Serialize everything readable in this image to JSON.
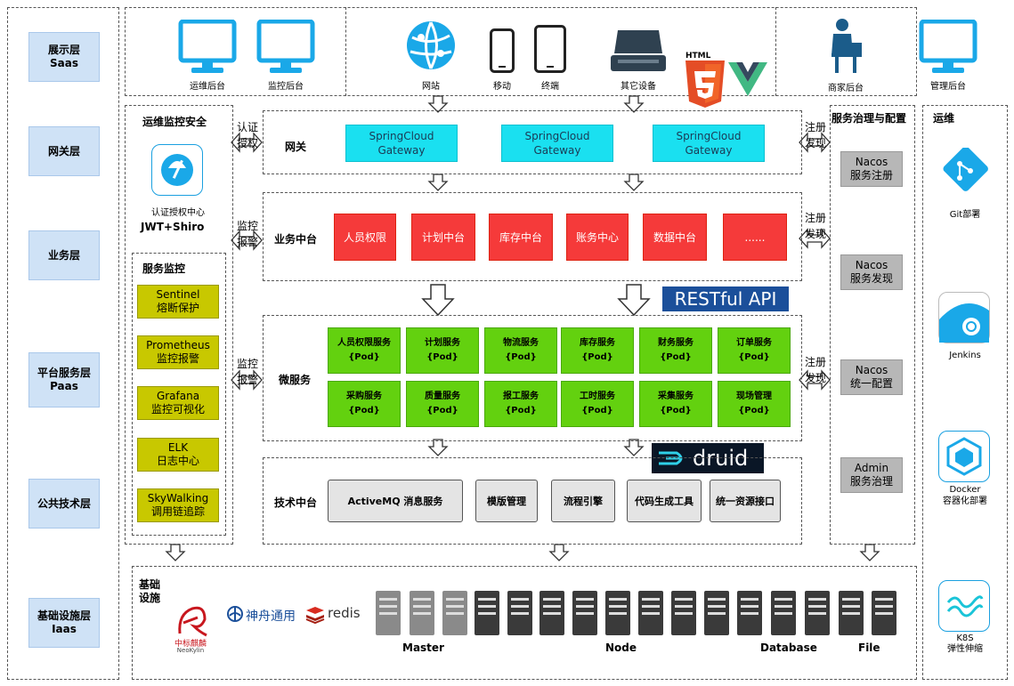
{
  "layers": [
    {
      "label": "展示层\nSaas"
    },
    {
      "label": "网关层"
    },
    {
      "label": "业务层"
    },
    {
      "label": "平台服务层\nPaas"
    },
    {
      "label": "公共技术层"
    },
    {
      "label": "基础设施层\nIaas"
    }
  ],
  "devices": {
    "ops_console": "运维后台",
    "monitor_console": "监控后台",
    "website": "网站",
    "mobile": "移动",
    "terminal": "终端",
    "other": "其它设备",
    "merchant_console": "商家后台",
    "admin_console": "管理后台",
    "html_text": "HTML"
  },
  "security": {
    "title": "运维监控安全",
    "auth_center": "认证授权中心",
    "auth_tech": "JWT+Shiro",
    "monitor_title": "服务监控",
    "tools": [
      {
        "name": "Sentinel",
        "desc": "熔断保护"
      },
      {
        "name": "Prometheus",
        "desc": "监控报警"
      },
      {
        "name": "Grafana",
        "desc": "监控可视化"
      },
      {
        "name": "ELK",
        "desc": "日志中心"
      },
      {
        "name": "SkyWalking",
        "desc": "调用链追踪"
      }
    ]
  },
  "links": {
    "auth": "认证\n授权",
    "monitor1": "监控\n报警",
    "monitor2": "监控\n报警",
    "reg1": "注册\n发现",
    "reg2": "注册\n发现",
    "reg3": "注册\n发现"
  },
  "gateway": {
    "title": "网关",
    "items": [
      "SpringCloud\nGateway",
      "SpringCloud\nGateway",
      "SpringCloud\nGateway"
    ]
  },
  "business": {
    "title": "业务中台",
    "items": [
      "人员权限",
      "计划中台",
      "库存中台",
      "账务中心",
      "数据中台",
      "......"
    ]
  },
  "restful": "RESTful API",
  "micro": {
    "title": "微服务",
    "row1": [
      "人员权限服务",
      "计划服务",
      "物流服务",
      "库存服务",
      "财务服务",
      "订单服务"
    ],
    "row2": [
      "采购服务",
      "质量服务",
      "报工服务",
      "工时服务",
      "采集服务",
      "现场管理"
    ],
    "pod": "{Pod}"
  },
  "druid": "druid",
  "tech": {
    "title": "技术中台",
    "items": [
      "ActiveMQ 消息服务",
      "模版管理",
      "流程引擎",
      "代码生成工具",
      "统一资源接口"
    ]
  },
  "governance": {
    "title": "服务治理与配置",
    "items": [
      {
        "name": "Nacos",
        "desc": "服务注册"
      },
      {
        "name": "Nacos",
        "desc": "服务发现"
      },
      {
        "name": "Nacos",
        "desc": "统一配置"
      },
      {
        "name": "Admin",
        "desc": "服务治理"
      }
    ]
  },
  "ops": {
    "title": "运维",
    "items": [
      {
        "label": "Git部署"
      },
      {
        "label": "Jenkins"
      },
      {
        "label": "Docker\n容器化部署"
      },
      {
        "label": "K8S\n弹性伸缩"
      }
    ]
  },
  "infra": {
    "title": "基础\n设施",
    "kylin": "中标麒麟",
    "kylin_en": "NeoKylin",
    "shenzhou": "神舟通用",
    "redis": "redis",
    "groups": [
      "Master",
      "Node",
      "Database",
      "File"
    ]
  },
  "colors": {
    "layer_bg": "#cfe2f6",
    "gateway": "#1ae0f0",
    "business": "#f53a3a",
    "micro": "#63d10f",
    "monitor": "#c8c800",
    "nacos": "#b7b7b7",
    "restful_bg": "#1b4f9a"
  }
}
